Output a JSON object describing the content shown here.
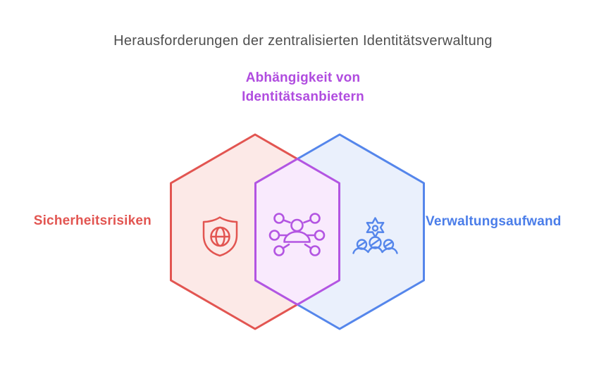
{
  "title": {
    "text": "Herausforderungen der zentralisierten Identitätsverwaltung",
    "color": "#4f4f4f"
  },
  "diagram": {
    "type": "venn-hexagon",
    "center_heading": {
      "text": "Abhängigkeit von\nIdentitätsanbietern",
      "color": "#b04cdf"
    },
    "left_region": {
      "label": "Sicherheitsrisiken",
      "label_color": "#e25551",
      "stroke": "#e25551",
      "fill": "#fce9e7",
      "icon": "shield-globe-icon"
    },
    "center_region": {
      "stroke": "#b355e2",
      "fill": "#f9eafd",
      "icon": "identity-network-person-icon"
    },
    "right_region": {
      "label": "Verwaltungsaufwand",
      "label_color": "#4a7de9",
      "stroke": "#5586eb",
      "fill": "#eaf0fc",
      "icon": "gear-team-icon"
    }
  },
  "background": "#ffffff"
}
